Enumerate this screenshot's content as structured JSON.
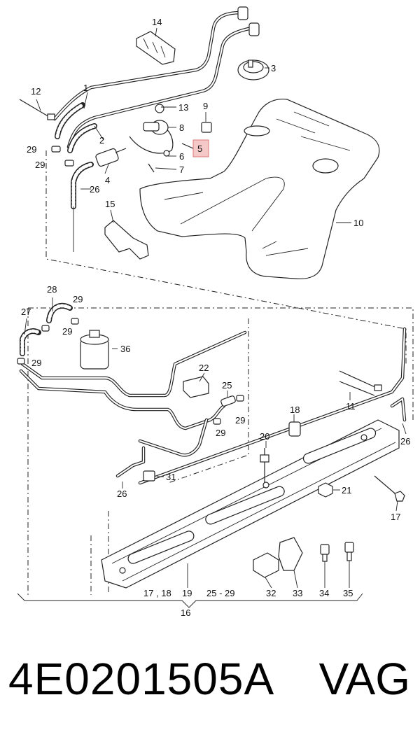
{
  "diagram": {
    "callouts": {
      "c1": "1",
      "c2": "2",
      "c3": "3",
      "c4": "4",
      "c5": "5",
      "c6": "6",
      "c7": "7",
      "c8": "8",
      "c9": "9",
      "c10": "10",
      "c11": "11",
      "c12": "12",
      "c13": "13",
      "c14": "14",
      "c15": "15",
      "c16": "16",
      "c17": "17",
      "c18": "18",
      "c19": "19",
      "c20": "20",
      "c21": "21",
      "c22": "22",
      "c25": "25",
      "c26a": "26",
      "c26b": "26",
      "c26c": "26",
      "c27": "27",
      "c28": "28",
      "c29a": "29",
      "c29b": "29",
      "c29c": "29",
      "c29d": "29",
      "c29e": "29",
      "c29f": "29",
      "c29g": "29",
      "c31": "31",
      "c32": "32",
      "c33": "33",
      "c34": "34",
      "c35": "35",
      "c36": "36",
      "range_17_18": "17 , 18",
      "range_25_29": "25 - 29"
    },
    "highlight_color": "#f6c9c9"
  },
  "footer": {
    "part_number": "4E0201505A",
    "brand": "VAG"
  }
}
